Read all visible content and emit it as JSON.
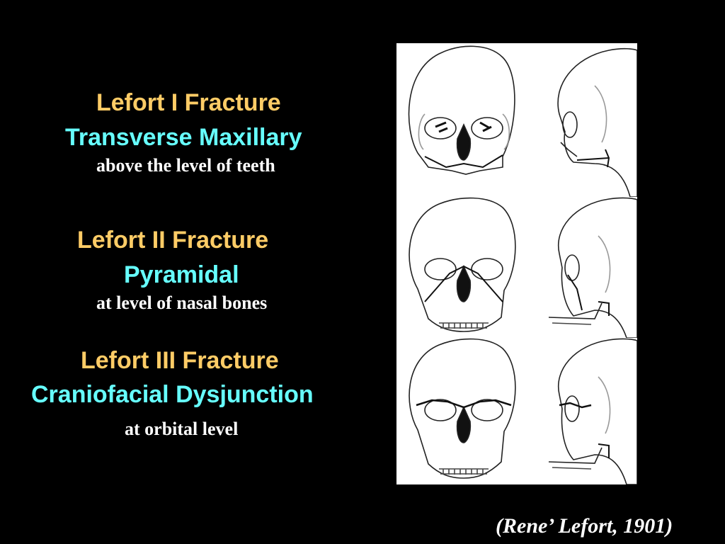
{
  "slide": {
    "lefort1": {
      "title": "Lefort I Fracture",
      "subtitle": "Transverse Maxillary",
      "note": "above the level of teeth"
    },
    "lefort2": {
      "title": "Lefort II Fracture",
      "subtitle": "Pyramidal",
      "note": "at level of nasal bones"
    },
    "lefort3": {
      "title": "Lefort III Fracture",
      "subtitle": "Craniofacial Dysjunction",
      "note": "at orbital level"
    },
    "citation": "(Rene’ Lefort, 1901)"
  },
  "colors": {
    "background": "#000000",
    "title": "#FFCC66",
    "subtitle": "#66FFFF",
    "note": "#FFFFFF"
  },
  "illustrations": [
    {
      "icon": "skull-front-icon",
      "fracture": "Lefort I"
    },
    {
      "icon": "skull-side-icon",
      "fracture": "Lefort I"
    },
    {
      "icon": "skull-front-icon",
      "fracture": "Lefort II"
    },
    {
      "icon": "skull-side-icon",
      "fracture": "Lefort II"
    },
    {
      "icon": "skull-front-icon",
      "fracture": "Lefort III"
    },
    {
      "icon": "skull-side-icon",
      "fracture": "Lefort III"
    }
  ]
}
